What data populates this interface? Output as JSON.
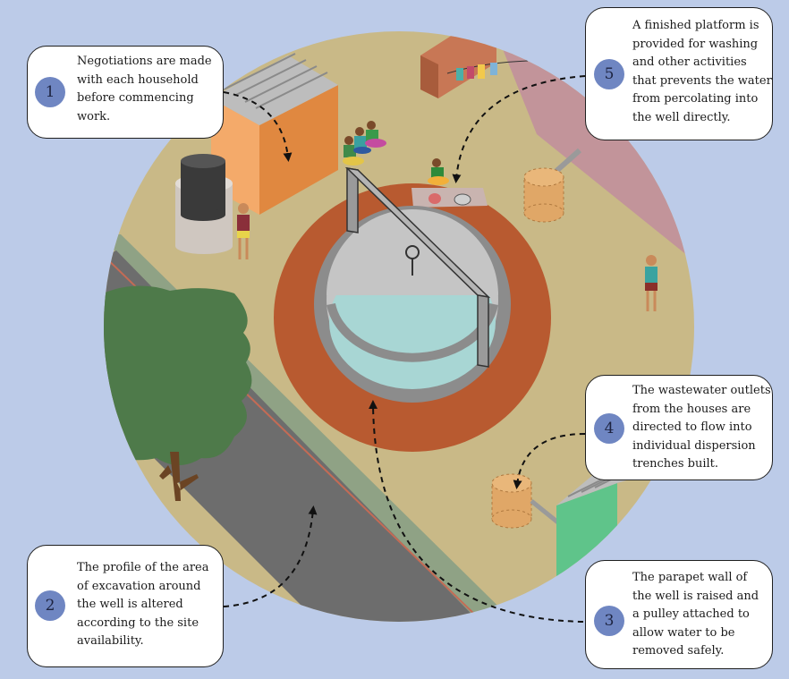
{
  "colors": {
    "background": "#bccbe8",
    "ground": "#c9b987",
    "well_ring": "#b85a30",
    "water": "#a8d6d4",
    "road": "#6f6f6f",
    "tree": "#4e7a4a",
    "badge": "#6f86c2"
  },
  "steps": [
    {
      "number": "1",
      "text": "Negotiations are made\nwith each household\nbefore commencing\nwork."
    },
    {
      "number": "2",
      "text": "The profile of the area\nof excavation around\nthe well is altered\naccording to the site\navailability."
    },
    {
      "number": "3",
      "text": "The parapet wall of\nthe well is raised and\na pulley attached to\nallow water to be\nremoved safely."
    },
    {
      "number": "4",
      "text": "The wastewater outlets\nfrom the houses are\ndirected to flow into\nindividual dispersion\ntrenches built."
    },
    {
      "number": "5",
      "text": "A finished platform is\nprovided for washing\nand other activities\nthat prevents the water\nfrom percolating into\nthe well directly."
    }
  ]
}
